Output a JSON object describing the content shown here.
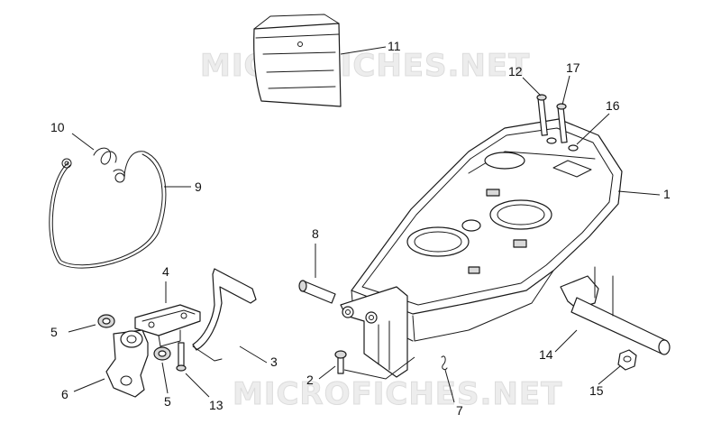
{
  "watermark": "MICROFICHES.NET",
  "callouts": {
    "c1": "1",
    "c2": "2",
    "c3": "3",
    "c4": "4",
    "c5a": "5",
    "c5b": "5",
    "c6": "6",
    "c7": "7",
    "c8": "8",
    "c9": "9",
    "c10": "10",
    "c11": "11",
    "c12": "12",
    "c13": "13",
    "c14": "14",
    "c15": "15",
    "c16": "16",
    "c17": "17"
  },
  "colors": {
    "line": "#1a1a1a",
    "shade": "#d9d9d9",
    "watermark": "#ededed"
  }
}
